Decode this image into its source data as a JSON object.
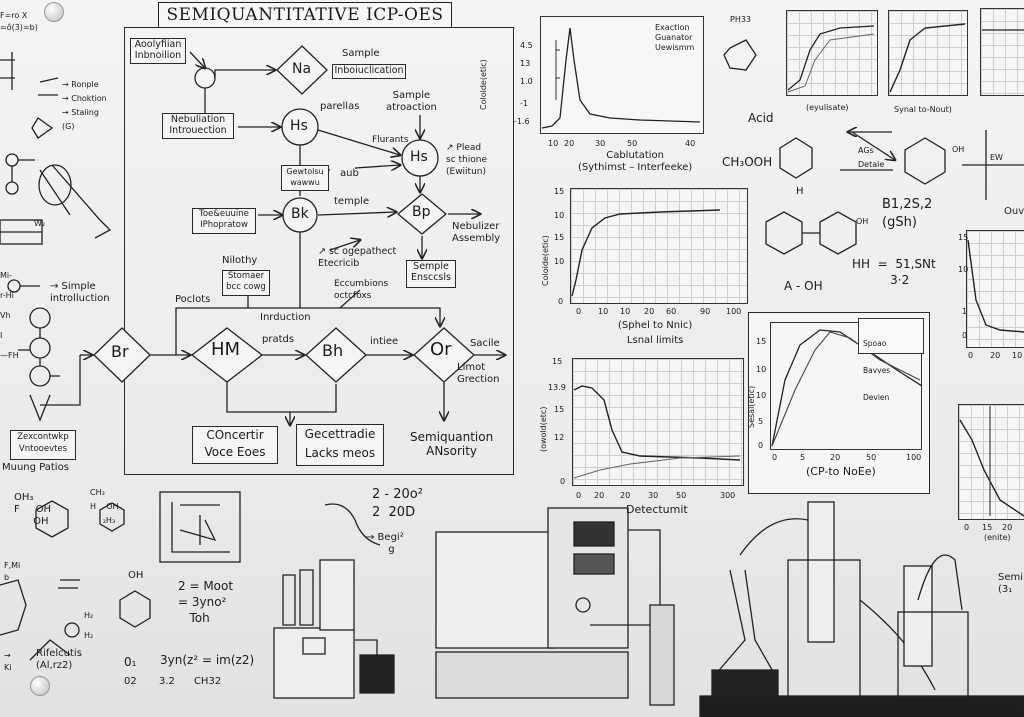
{
  "title": "SEMIQUANTITATIVE ICP-OES",
  "flow": {
    "top_left_box": "Aoolyfiian\nInbnoilion",
    "node_na": "Na",
    "sample_intro_box": "Inboiuclication",
    "sample_label": "Sample",
    "nebulization_box": "Nebuliation\nIntrouection",
    "node_hs1": "Hs",
    "parellas": "parellas",
    "sample_atroaction": "Sample\natroaction",
    "flurants": "Flurants",
    "node_hs2": "Hs",
    "plead": "↗ Plead\nsc thione\n(Ewiitun)",
    "gewtolsu_box": "Gewtolsu\nwawwu",
    "aub": "aub",
    "toe_box": "Toe&euuine\nIPhopratow",
    "node_bk": "Bk",
    "temple": "temple",
    "node_bp": "Bp",
    "nebulizer": "Nebulizer\nAssembly",
    "nilothy": "Nilothy",
    "stomaer_box": "Stomaer\nbcc cowg",
    "gepathect": "↗ sc ogepathect\nEtecricib",
    "sample_box": "Semple\nEnsccsls",
    "eccumbions": "Eccumbions\noctcfoxs",
    "poclots": "Poclots",
    "induction": "Inrduction",
    "node_br": "Br",
    "node_hm": "HM",
    "pratds": "pratds",
    "node_bh": "Bh",
    "intiee": "intiee",
    "node_or": "Or",
    "sacile": "Sacile",
    "limot": "Limot\nGrection",
    "concertir_box": "COncertir\nVoce Eoes",
    "gecettradie_box": "Gecettradie\nLacks meos",
    "semiquant": "Semiquantion\nANsority"
  },
  "left_notes": {
    "top": "F=ro X\n=ô(3)=b)",
    "list": "→ Ronple\n→ Choktion\n→ Staiing\n(G)",
    "hs": "→ Simple\nintrolluction",
    "ratios": "Zexcontwkp\nVntooevtes",
    "maung": "Muung Patios",
    "numbers": "Mi-\nr-Hi\nVh\nI\n—FH",
    "w": "W₂",
    "bottom_chem": "OH₃\nF     OH\n      OH",
    "ch3": "CH₃\nH    OH\n     ₂H₃",
    "fm": "F,Mi\nb",
    "rifelcutis": "Rifelcutis\n(Al,rz2)",
    "h2": "H₂\nH₂",
    "oh": "OH",
    "ki": "→\nKi"
  },
  "equations": {
    "eq1": "2 = Moοt\n= 3yno²\n   Toh",
    "eq2_a": "0₁",
    "eq2_b": "3yn(z² = im(z2)",
    "eq2_c": "02       3.2      CH32",
    "eq3": "2 - 20o²\n2  20D",
    "beg": "→ Begi²\n       g",
    "acid": "Acid",
    "ch3ooh": "CH₃OOH",
    "h": "H",
    "ags": "AGs\nDetale",
    "aoh": "A - OH",
    "hh": "HH  =  51,SNt\n          3·2",
    "bi": "B1,2S,2\n(gSh)",
    "p33": "PH33",
    "oh1": "OH",
    "oh2": "OH",
    "semi": "Semi\n(3₁",
    "ouv": "Ouv",
    "ew": "EW"
  },
  "charts": {
    "c1": {
      "ylabel": "Cololde(etic)",
      "yticks": [
        "4.5",
        "13",
        "1.0",
        "-1",
        "-1.6"
      ],
      "xticks": [
        "10",
        "20",
        "30",
        "50",
        "40"
      ],
      "xlabel": "Cablutation\n(Sythimst – Interfeeke)",
      "legend": [
        "Exaction",
        "Guanator",
        "Uewismm"
      ]
    },
    "c2": {
      "ylabel": "Coloide(etic)",
      "yticks": [
        "15",
        "10",
        "15",
        "10",
        "0"
      ],
      "xticks": [
        "0",
        "10",
        "10",
        "20",
        "60",
        "90",
        "100"
      ],
      "xlabel": "(Sphel to Nnic)\nLsnal limits"
    },
    "c3": {
      "ylabel": "(owold(etc)",
      "yticks": [
        "15",
        "13.9",
        "15",
        "12",
        "0"
      ],
      "xticks": [
        "0",
        "20",
        "20",
        "30",
        "50",
        "300"
      ],
      "xlabel": "Detectumit"
    },
    "c4": {
      "ylabel": "Sesal(etic)",
      "yticks": [
        "15",
        "10",
        "10",
        "5",
        "0"
      ],
      "xticks": [
        "0",
        "5",
        "20",
        "50",
        "100"
      ],
      "xlabel": "(CP-to NoEe)",
      "legend": [
        "Spoao",
        "Bavves",
        "Devien"
      ]
    },
    "c5": {
      "xlabel": "(eyulisate)"
    },
    "c6": {
      "xlabel": "Synal to-Nout)"
    },
    "c7": {
      "yticks": [
        "15",
        "10",
        "1",
        "0"
      ],
      "xticks": [
        "0",
        "20",
        "10"
      ]
    },
    "c8": {
      "xticks": [
        "0",
        "15",
        "20"
      ],
      "xlabel": "(enite)"
    }
  }
}
